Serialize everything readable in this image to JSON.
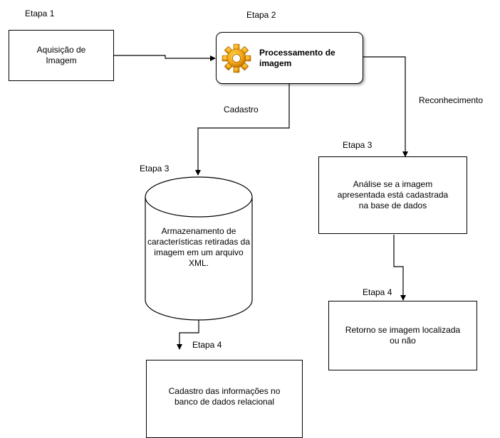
{
  "stages": {
    "s1": "Etapa 1",
    "s2": "Etapa 2",
    "s3_left": "Etapa 3",
    "s3_right": "Etapa 3",
    "s4_left": "Etapa 4",
    "s4_right": "Etapa 4"
  },
  "nodes": {
    "acquisition": [
      "Aquisição de",
      "Imagem"
    ],
    "processing": [
      "Processamento de",
      "imagem"
    ],
    "storage": [
      "Armazenamento",
      "de características",
      "retiradas da imagem",
      "em um arquivo XML."
    ],
    "analysis": [
      "Análise se a imagem",
      "apresentada está cadastrada",
      "na base de dados"
    ],
    "result": [
      "Retorno se imagem localizada",
      "ou não"
    ],
    "registry": [
      "Cadastro das informações no",
      "banco de dados relacional"
    ]
  },
  "edges": {
    "cadastro": "Cadastro",
    "reconhecimento": "Reconhecimento"
  },
  "icons": {
    "processing": "gear-icon"
  },
  "colors": {
    "line": "#000000",
    "gear": "#f2a516"
  }
}
